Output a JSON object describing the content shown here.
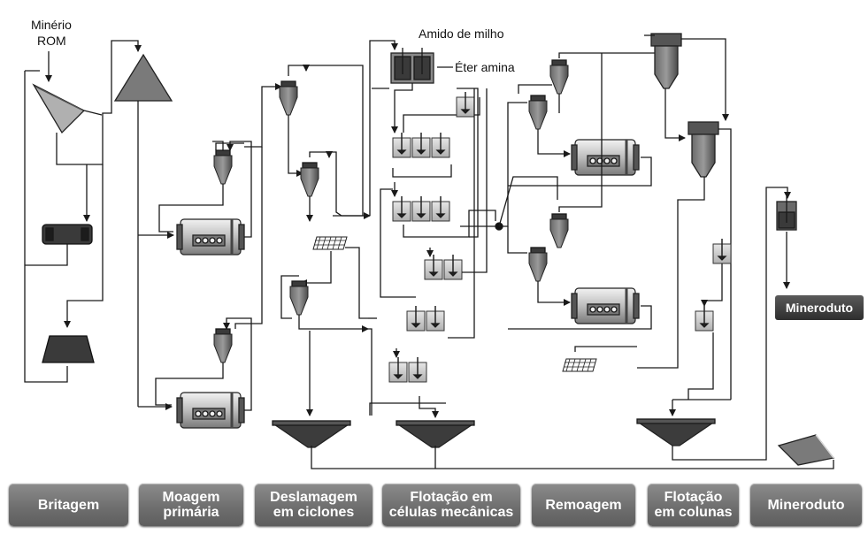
{
  "labels": {
    "rom_line1": "Minério",
    "rom_line2": "ROM",
    "amido": "Amido de milho",
    "eter": "Éter amina",
    "mineroduto_tag": "Mineroduto"
  },
  "stages": [
    {
      "label": "Britagem"
    },
    {
      "label": "Moagem\nprimária"
    },
    {
      "label": "Deslamagem\nem ciclones"
    },
    {
      "label": "Flotação em\ncélulas mecânicas"
    },
    {
      "label": "Remoagem"
    },
    {
      "label": "Flotação\nem colunas"
    },
    {
      "label": "Mineroduto"
    }
  ],
  "colors": {
    "equipment_dark": "#4a4a4a",
    "equipment_mid": "#8a8a8a",
    "cell_fill": "#cfcfcf",
    "stage_bar": "#7a7a7a",
    "line": "#1a1a1a"
  },
  "icons": {
    "cyclone": "cyclone-icon",
    "ball_mill": "ball-mill-icon",
    "flotation_cell": "flotation-cell-icon",
    "thickener": "thickener-icon",
    "screen": "screen-icon",
    "crusher": "crusher-icon",
    "stockpile": "stockpile-icon",
    "column": "flotation-column-icon",
    "reagent_tank": "reagent-tank-icon",
    "filter": "filter-icon"
  }
}
